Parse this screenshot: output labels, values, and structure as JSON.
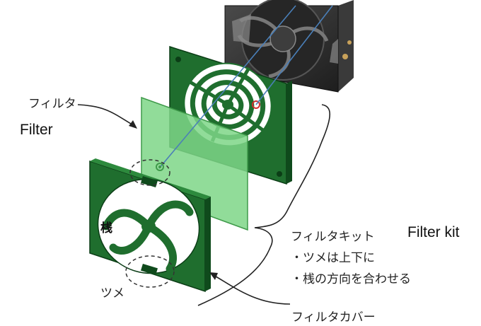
{
  "labels": {
    "filter_jp": "フィルタ",
    "filter_en": "Filter",
    "kit_jp": "フィルタキット",
    "kit_en": "Filter kit",
    "note1": "・ツメは上下に",
    "note2": "・桟の方向を合わせる",
    "cover_jp": "フィルタカバー",
    "rib_jp": "桟",
    "tab_jp": "ツメ"
  },
  "colors": {
    "green_frame": "#1f6e2e",
    "green_dark": "#0f4a1c",
    "filter_sheet": "#7ed687",
    "fan_body": "#2b2b2b",
    "fan_light": "#6a6a6a",
    "guide_line": "#4a7fb8",
    "screw_red": "#d03030"
  },
  "icons": [
    "fan-unit",
    "finger-guard",
    "filter-sheet",
    "filter-cover",
    "screw-guide-line"
  ]
}
